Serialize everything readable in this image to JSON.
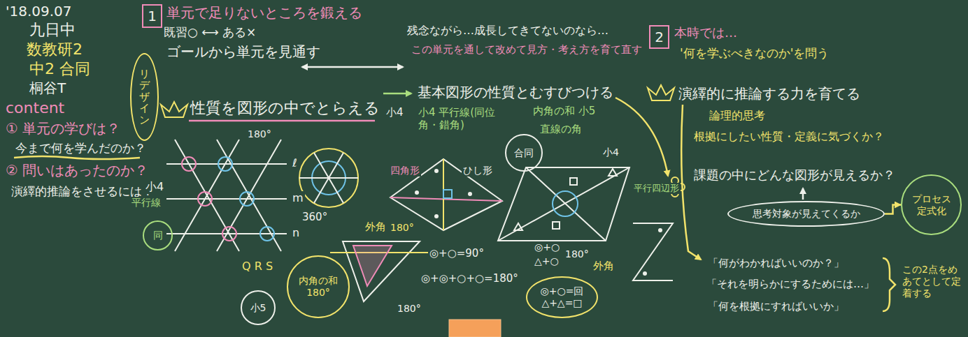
{
  "diagram": {
    "nodes": [
      {
        "text": [
          "1"
        ]
      },
      {
        "text": [
          "リデザイン"
        ]
      },
      {
        "text": [
          "同"
        ]
      },
      {
        "text": [
          "小5"
        ]
      },
      {
        "text": [
          "内角の和 180°"
        ]
      },
      {
        "text": [
          "合同"
        ]
      },
      {
        "text": [
          "◎+○=回",
          "△+△=□"
        ]
      },
      {
        "text": [
          "2"
        ]
      },
      {
        "text": [
          "思考対象が見えてくるか"
        ]
      },
      {
        "text": [
          "プロセス",
          "定式化"
        ]
      }
    ],
    "edges": [
      {
        "from": 8,
        "to": 9,
        "arrow": "to"
      }
    ],
    "labels": [
      "'18.09.07",
      "九日中",
      "数教研2",
      "中2 合同",
      "桐谷T",
      "content",
      "① 単元の学びは？",
      "今まで何を学んだのか？",
      "② 問いはあったのか？",
      "演繹的推論をさせるには？",
      "単元で足りないところを鍛える",
      "既習○ ⟷ ある×",
      "ゴールから単元を見通す",
      "性質を図形の中でとらえる",
      "残念ながら…成長してきてないのなら…",
      "この単元を通して改めて見方・考え方を育て直す",
      "本時では…",
      "'何を学ぶべきなのか'を問う",
      "基本図形の性質とむすびつける",
      "演繹的に推論する力を育てる",
      "論理的思考",
      "根拠にしたい性質・定義に気づくか？",
      "課題の中にどんな図形が見えるか？",
      "「何がわかればいいのか？」",
      "「それを明らかにするためには…」",
      "「何を根拠にすればいいか」",
      "この2点をめあてとして定着する",
      "小4",
      "平行線",
      "ℓ",
      "m",
      "n",
      "180°",
      "360°",
      "Q R S",
      "小4",
      "四角形",
      "ひし形",
      "小4 平行線(同位角・錯角)",
      "内角の和 小5",
      "直線の角",
      "小4",
      "平行四辺形",
      "外角",
      "180°",
      "180°",
      "◎+○=90°",
      "◎+◎+○+○=180°",
      "◎+○",
      "△+○",
      "180°",
      "外角"
    ]
  }
}
